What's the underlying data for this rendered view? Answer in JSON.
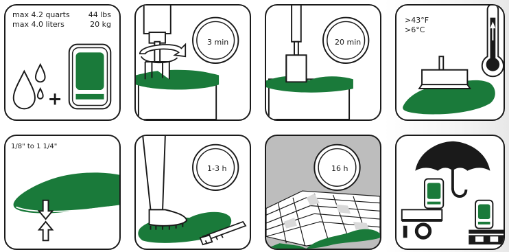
{
  "brand": {
    "green": "#1a7a3a",
    "ink": "#1a1a1a",
    "tile_bg": "#bdbdbd"
  },
  "panel_1": {
    "capacity_quarts": "max 4.2 quarts",
    "capacity_liters": "max 4.0 liters",
    "weight_lbs": "44 lbs",
    "weight_kg": "20 kg",
    "plus_symbol": "+",
    "icons": [
      "water-drops-icon",
      "powder-bag-icon"
    ]
  },
  "panel_2": {
    "time": "3 min",
    "icons": [
      "mixer-drill-icon",
      "rotation-arrow-icon",
      "clock-icon"
    ]
  },
  "panel_3": {
    "time": "20 min",
    "icons": [
      "mixing-paddle-icon",
      "clock-icon"
    ]
  },
  "panel_4": {
    "temp_f": ">43°F",
    "temp_c": ">6°C",
    "icons": [
      "trowel-icon",
      "thermometer-icon"
    ]
  },
  "panel_5": {
    "thickness": "1/8\" to 1 1/4\"",
    "icons": [
      "layer-thickness-arrows-icon"
    ]
  },
  "panel_6": {
    "time": "1-3 h",
    "icons": [
      "spiked-shoe-icon",
      "spreader-icon",
      "clock-icon"
    ]
  },
  "panel_7": {
    "time": "16 h",
    "icons": [
      "floor-tiles-icon",
      "clock-icon"
    ]
  },
  "panel_8": {
    "icons": [
      "umbrella-icon",
      "pallet-icon",
      "bag-icon"
    ]
  }
}
